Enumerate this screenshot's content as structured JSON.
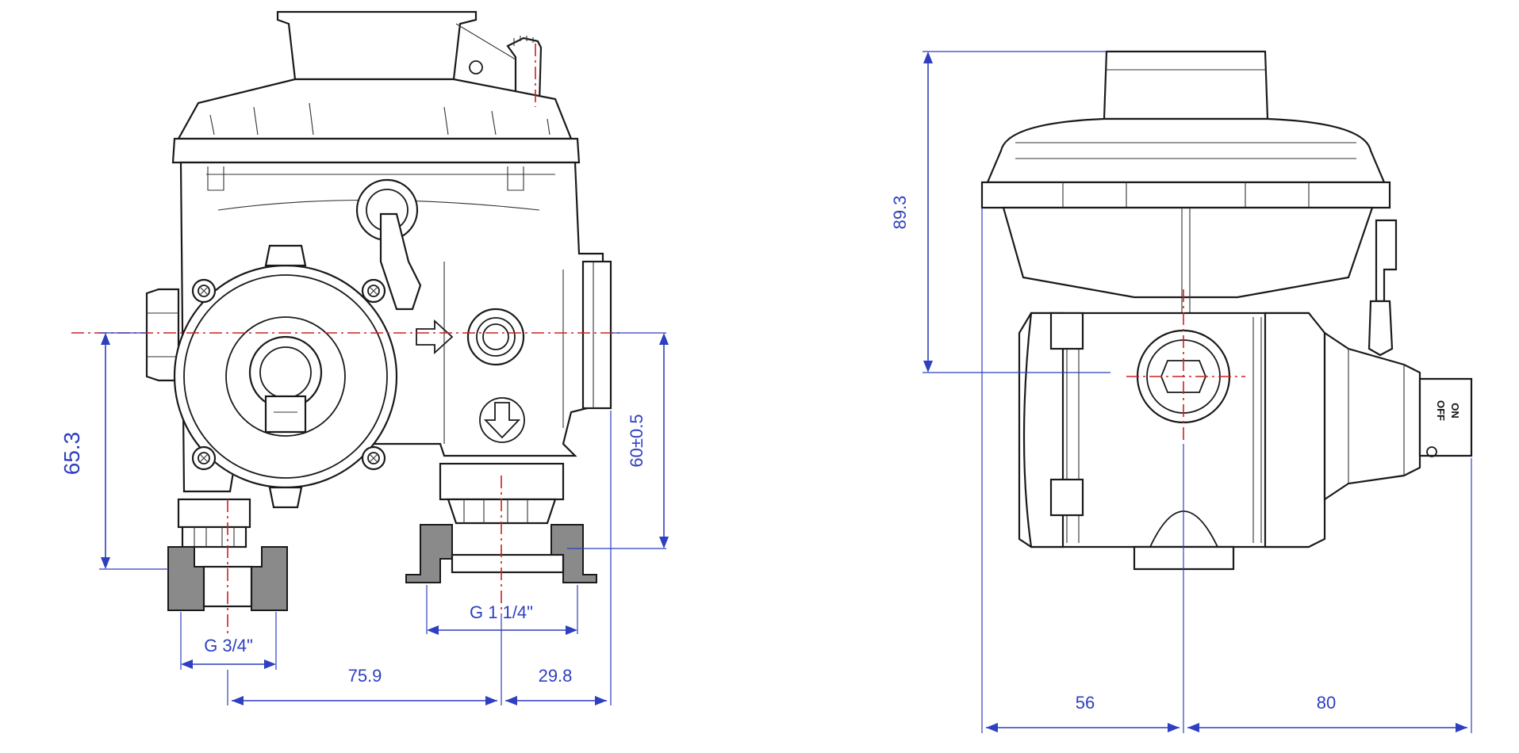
{
  "front_view": {
    "dims": {
      "height_inlet": "65.3",
      "height_outlet": "60±0.5",
      "inlet_thread": "G 3/4\"",
      "outlet_thread": "G 1 1/4\"",
      "width_left": "75.9",
      "width_right": "29.8"
    }
  },
  "side_view": {
    "dims": {
      "height": "89.3",
      "width_left": "56",
      "width_right": "80"
    },
    "switch": {
      "on": "ON",
      "off": "OFF"
    }
  },
  "colors": {
    "dimension": "#2e3fbf",
    "centerline": "#d12020",
    "outline": "#1a1a1a"
  }
}
